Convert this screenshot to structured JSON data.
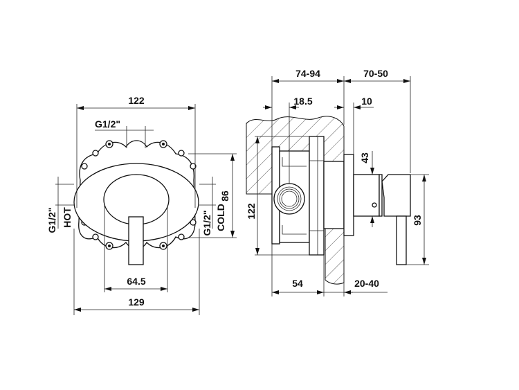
{
  "front_view": {
    "width_top": "122",
    "inlet_top": "G1/2\"",
    "height_right": "86",
    "hot_size": "G1/2\"",
    "hot_label": "HOT",
    "cold_size": "G1/2\"",
    "cold_label": "COLD",
    "mount_spacing": "64.5",
    "width_bottom": "129"
  },
  "side_view": {
    "wall_depth": "74-94",
    "projection": "70-50",
    "offset_back": "18.5",
    "offset_front": "10",
    "body_height": "43",
    "box_height": "122",
    "handle_height": "93",
    "box_depth": "54",
    "tile_thickness": "20-40"
  },
  "colors": {
    "line": "#111111",
    "background": "#ffffff"
  }
}
